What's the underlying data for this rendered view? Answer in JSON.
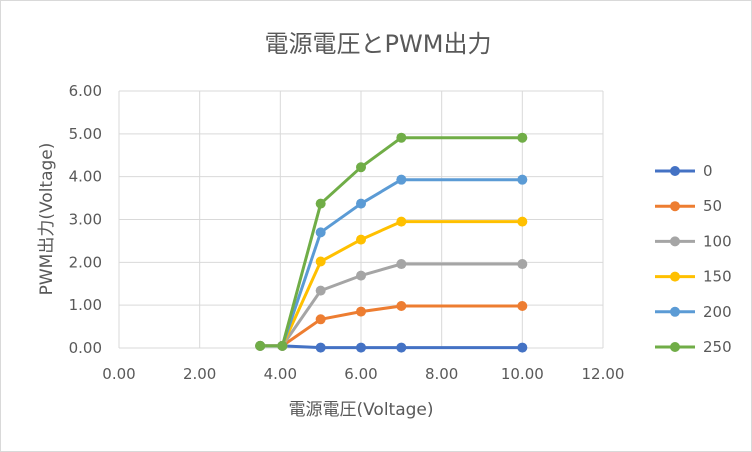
{
  "chart_data": {
    "type": "line",
    "title": "電源電圧とPWM出力",
    "xlabel": "電源電圧(Voltage)",
    "ylabel": "PWM出力(Voltage)",
    "xlim": [
      0,
      12
    ],
    "ylim": [
      0,
      6
    ],
    "xticks": [
      "0.00",
      "2.00",
      "4.00",
      "6.00",
      "8.00",
      "10.00",
      "12.00"
    ],
    "yticks": [
      "0.00",
      "1.00",
      "2.00",
      "3.00",
      "4.00",
      "5.00",
      "6.00"
    ],
    "x": [
      3.5,
      4.05,
      5,
      6,
      7,
      10
    ],
    "grid": true,
    "legend_position": "right",
    "series": [
      {
        "name": "0",
        "color": "#4472c4",
        "values": [
          0.05,
          0.05,
          0.01,
          0.01,
          0.01,
          0.01
        ]
      },
      {
        "name": "50",
        "color": "#ed7d31",
        "values": [
          0.05,
          0.05,
          0.67,
          0.85,
          0.98,
          0.98
        ]
      },
      {
        "name": "100",
        "color": "#a5a5a5",
        "values": [
          0.05,
          0.05,
          1.34,
          1.69,
          1.96,
          1.96
        ]
      },
      {
        "name": "150",
        "color": "#ffc000",
        "values": [
          0.05,
          0.05,
          2.02,
          2.53,
          2.95,
          2.95
        ]
      },
      {
        "name": "200",
        "color": "#5b9bd5",
        "values": [
          0.05,
          0.05,
          2.7,
          3.37,
          3.93,
          3.93
        ]
      },
      {
        "name": "250",
        "color": "#70ad47",
        "values": [
          0.05,
          0.05,
          3.37,
          4.22,
          4.91,
          4.91
        ]
      }
    ]
  }
}
